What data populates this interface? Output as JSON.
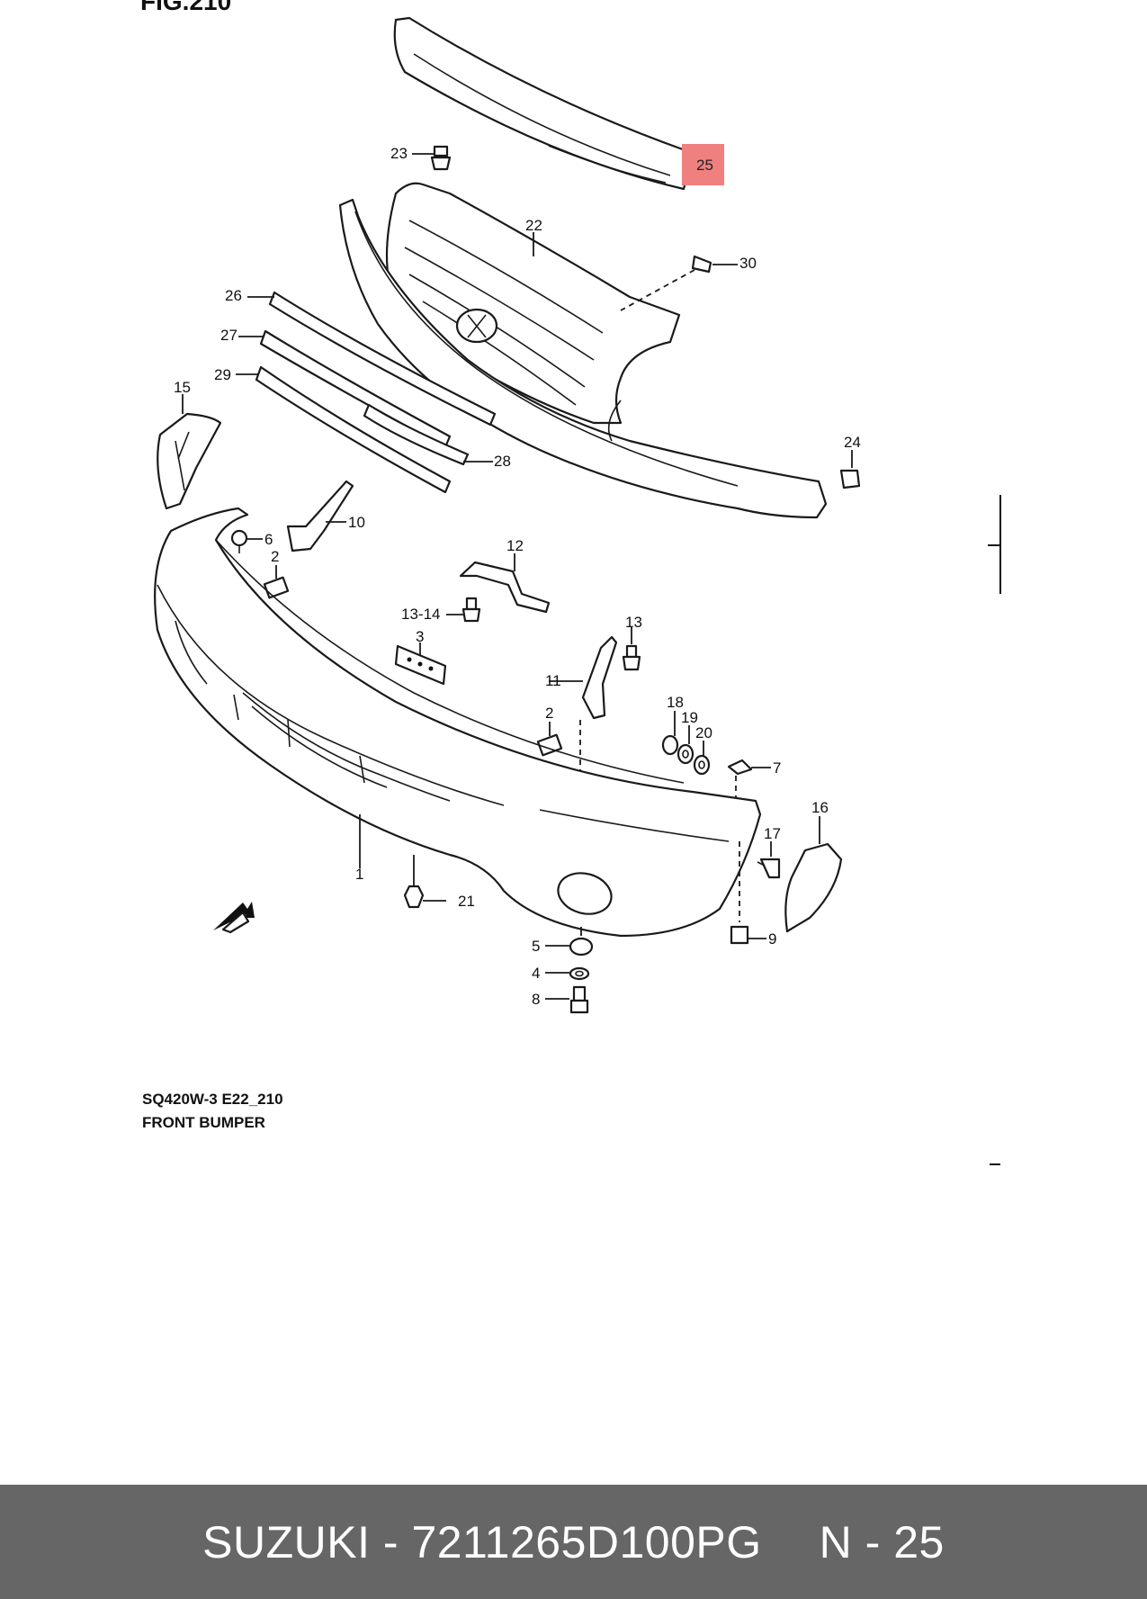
{
  "figure": {
    "title": "FIG.210",
    "caption_code": "SQ420W-3 E22_210",
    "caption_name": "FRONT BUMPER",
    "highlight_color": "#f08080"
  },
  "callouts": {
    "c1": "1",
    "c2a": "2",
    "c2b": "2",
    "c3": "3",
    "c4": "4",
    "c5": "5",
    "c6": "6",
    "c7": "7",
    "c8": "8",
    "c9": "9",
    "c10": "10",
    "c11": "11",
    "c12": "12",
    "c13": "13",
    "c13_14": "13-14",
    "c15": "15",
    "c16": "16",
    "c17": "17",
    "c18": "18",
    "c19": "19",
    "c20": "20",
    "c21": "21",
    "c22": "22",
    "c23": "23",
    "c24": "24",
    "c25": "25",
    "c26": "26",
    "c27": "27",
    "c28": "28",
    "c29": "29",
    "c30": "30"
  },
  "footer": {
    "brand": "SUZUKI - 7211265D100PG",
    "position": "N - 25",
    "background": "#666666"
  }
}
